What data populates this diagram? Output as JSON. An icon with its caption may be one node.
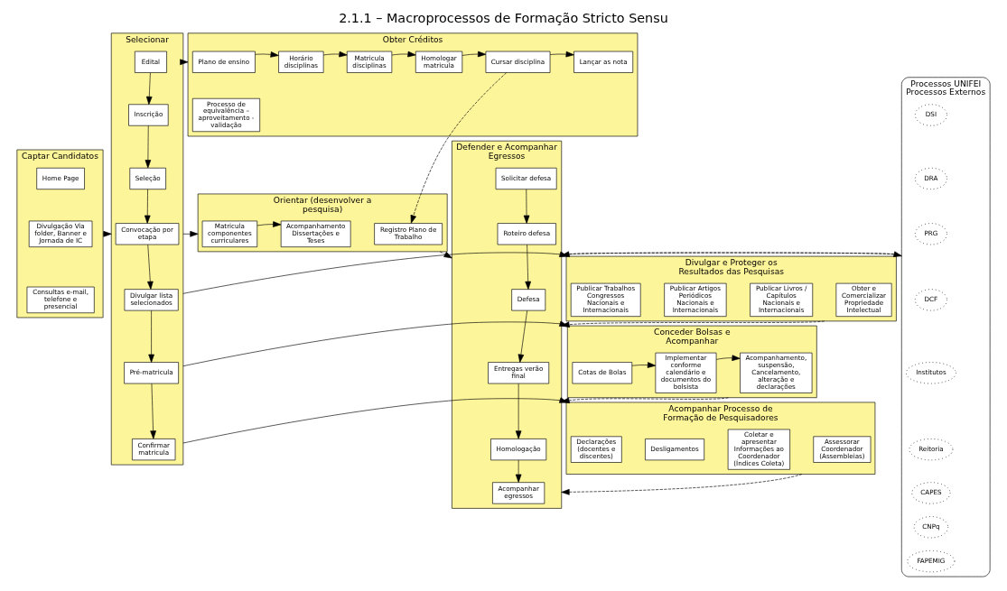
{
  "diagram": {
    "title": "2.1.1 – Macroprocessos de Formação Stricto Sensu",
    "nodes": [
      {
        "text": [
          "Captar Candidatos"
        ]
      },
      {
        "text": [
          "Home Page"
        ],
        "in": 0
      },
      {
        "text": [
          "Divulgação Via folder, Banner e Jornada de IC"
        ],
        "in": 0
      },
      {
        "text": [
          "Consultas e-mail, telefone e presencial"
        ],
        "in": 0
      },
      {
        "text": [
          "Selecionar"
        ]
      },
      {
        "text": [
          "Edital"
        ],
        "in": 4
      },
      {
        "text": [
          "Inscrição"
        ],
        "in": 4
      },
      {
        "text": [
          "Seleção"
        ],
        "in": 4
      },
      {
        "text": [
          "Convocação por etapa"
        ],
        "in": 4
      },
      {
        "text": [
          "Divulgar lista selecionados"
        ],
        "in": 4
      },
      {
        "text": [
          "Pré-matricula"
        ],
        "in": 4
      },
      {
        "text": [
          "Confirmar matricula"
        ],
        "in": 4
      },
      {
        "text": [
          "Obter Créditos"
        ]
      },
      {
        "text": [
          "Plano de ensino"
        ],
        "in": 12
      },
      {
        "text": [
          "Horário disciplinas"
        ],
        "in": 12
      },
      {
        "text": [
          "Matricula disciplinas"
        ],
        "in": 12
      },
      {
        "text": [
          "Homologar matricula"
        ],
        "in": 12
      },
      {
        "text": [
          "Cursar disciplina"
        ],
        "in": 12
      },
      {
        "text": [
          "Lançar as nota"
        ],
        "in": 12
      },
      {
        "text": [
          "Processo de equivalência – aproveitamento - validação"
        ],
        "in": 12
      },
      {
        "text": [
          "Orientar (desenvolver a pesquisa)"
        ]
      },
      {
        "text": [
          "Matricula componentes curriculares"
        ],
        "in": 20
      },
      {
        "text": [
          "Acompanhamento Dissertações e Teses"
        ],
        "in": 20
      },
      {
        "text": [
          "Registro Plano de Trabalho"
        ],
        "in": 20
      },
      {
        "text": [
          "Divulgar e Proteger os Resultados das Pesquisas"
        ]
      },
      {
        "text": [
          "Publicar Trabalhos Congressos Nacionais e Internacionais"
        ],
        "in": 24
      },
      {
        "text": [
          "Publicar Artigos Periódicos Nacionais e Internacionais"
        ],
        "in": 24
      },
      {
        "text": [
          "Publicar Livros / Capítulos Nacionais e Internacionais"
        ],
        "in": 24
      },
      {
        "text": [
          "Obter e Comercializar Propriedade Intelectual"
        ],
        "in": 24
      },
      {
        "text": [
          "Conceder Bolsas e Acompanhar"
        ]
      },
      {
        "text": [
          "Cotas de Bolas"
        ],
        "in": 29
      },
      {
        "text": [
          "Implementar conforme calendário e documentos do bolsista"
        ],
        "in": 29
      },
      {
        "text": [
          "Acompanhamento, suspensão, Cancelamento, alteração e declarações"
        ],
        "in": 29
      },
      {
        "text": [
          "Acompanhar Processo de Formação de Pesquisadores"
        ]
      },
      {
        "text": [
          "Declarações (docentes e discentes)"
        ],
        "in": 33
      },
      {
        "text": [
          "Desligamentos"
        ],
        "in": 33
      },
      {
        "text": [
          "Coletar e apresentar Informações ao Coordenador (Índices Coleta)"
        ],
        "in": 33
      },
      {
        "text": [
          "Assessorar Coordenador (Assembleias)"
        ],
        "in": 33
      },
      {
        "text": [
          "Defender e Acompanhar Egressos"
        ]
      },
      {
        "text": [
          "Solicitar defesa"
        ],
        "in": 38
      },
      {
        "text": [
          "Roteiro defesa"
        ],
        "in": 38
      },
      {
        "text": [
          "Defesa"
        ],
        "in": 38
      },
      {
        "text": [
          "Entregas verão final"
        ],
        "in": 38
      },
      {
        "text": [
          "Homologação"
        ],
        "in": 38
      },
      {
        "text": [
          "Acompanhar egressos"
        ],
        "in": 38
      },
      {
        "text": [
          "Processos UNIFEI",
          "Processos Externos"
        ]
      },
      {
        "text": [
          "DSI"
        ],
        "in": 45
      },
      {
        "text": [
          "DRA"
        ],
        "in": 45
      },
      {
        "text": [
          "PRG"
        ],
        "in": 45
      },
      {
        "text": [
          "DCF"
        ],
        "in": 45
      },
      {
        "text": [
          "Institutos"
        ],
        "in": 45
      },
      {
        "text": [
          "Reitoria"
        ],
        "in": 45
      },
      {
        "text": [
          "CAPES"
        ],
        "in": 45
      },
      {
        "text": [
          "CNPq"
        ],
        "in": 45
      },
      {
        "text": [
          "FAPEMIG"
        ],
        "in": 45
      }
    ],
    "edges": [
      {
        "from": 0,
        "to": 4,
        "arrow": "to",
        "style": "dashed"
      },
      {
        "from": 5,
        "to": 6,
        "arrow": "to"
      },
      {
        "from": 6,
        "to": 7,
        "arrow": "to"
      },
      {
        "from": 7,
        "to": 8,
        "arrow": "to"
      },
      {
        "from": 8,
        "to": 9,
        "arrow": "to"
      },
      {
        "from": 9,
        "to": 10,
        "arrow": "to"
      },
      {
        "from": 10,
        "to": 11,
        "arrow": "to"
      },
      {
        "from": 4,
        "to": 12,
        "arrow": "to"
      },
      {
        "from": 4,
        "to": 20,
        "arrow": "to"
      },
      {
        "from": 4,
        "to": 24,
        "arrow": "to"
      },
      {
        "from": 4,
        "to": 29,
        "arrow": "to"
      },
      {
        "from": 4,
        "to": 33,
        "arrow": "to"
      },
      {
        "from": 13,
        "to": 14,
        "arrow": "to"
      },
      {
        "from": 14,
        "to": 15,
        "arrow": "to"
      },
      {
        "from": 15,
        "to": 16,
        "arrow": "to"
      },
      {
        "from": 16,
        "to": 17,
        "arrow": "to"
      },
      {
        "from": 17,
        "to": 18,
        "arrow": "to"
      },
      {
        "from": 17,
        "to": 23,
        "arrow": "to",
        "style": "dashed"
      },
      {
        "from": 21,
        "to": 22,
        "arrow": "to"
      },
      {
        "from": 30,
        "to": 31,
        "arrow": "to"
      },
      {
        "from": 31,
        "to": 32,
        "arrow": "to"
      },
      {
        "from": 20,
        "to": 38,
        "arrow": "to",
        "style": "dashed"
      },
      {
        "from": 24,
        "to": 38,
        "arrow": "to",
        "style": "dashed"
      },
      {
        "from": 29,
        "to": 38,
        "arrow": "to",
        "style": "dashed"
      },
      {
        "from": 33,
        "to": 38,
        "arrow": "to",
        "style": "dashed"
      },
      {
        "from": 39,
        "to": 40,
        "arrow": "to"
      },
      {
        "from": 40,
        "to": 41,
        "arrow": "to"
      },
      {
        "from": 41,
        "to": 42,
        "arrow": "to"
      },
      {
        "from": 42,
        "to": 43,
        "arrow": "to"
      },
      {
        "from": 43,
        "to": 44,
        "arrow": "to"
      },
      {
        "from": 38,
        "to": 45,
        "arrow": "to",
        "style": "dashed"
      },
      {
        "from": 45,
        "to": 38,
        "arrow": "to",
        "style": "dashed"
      }
    ]
  }
}
